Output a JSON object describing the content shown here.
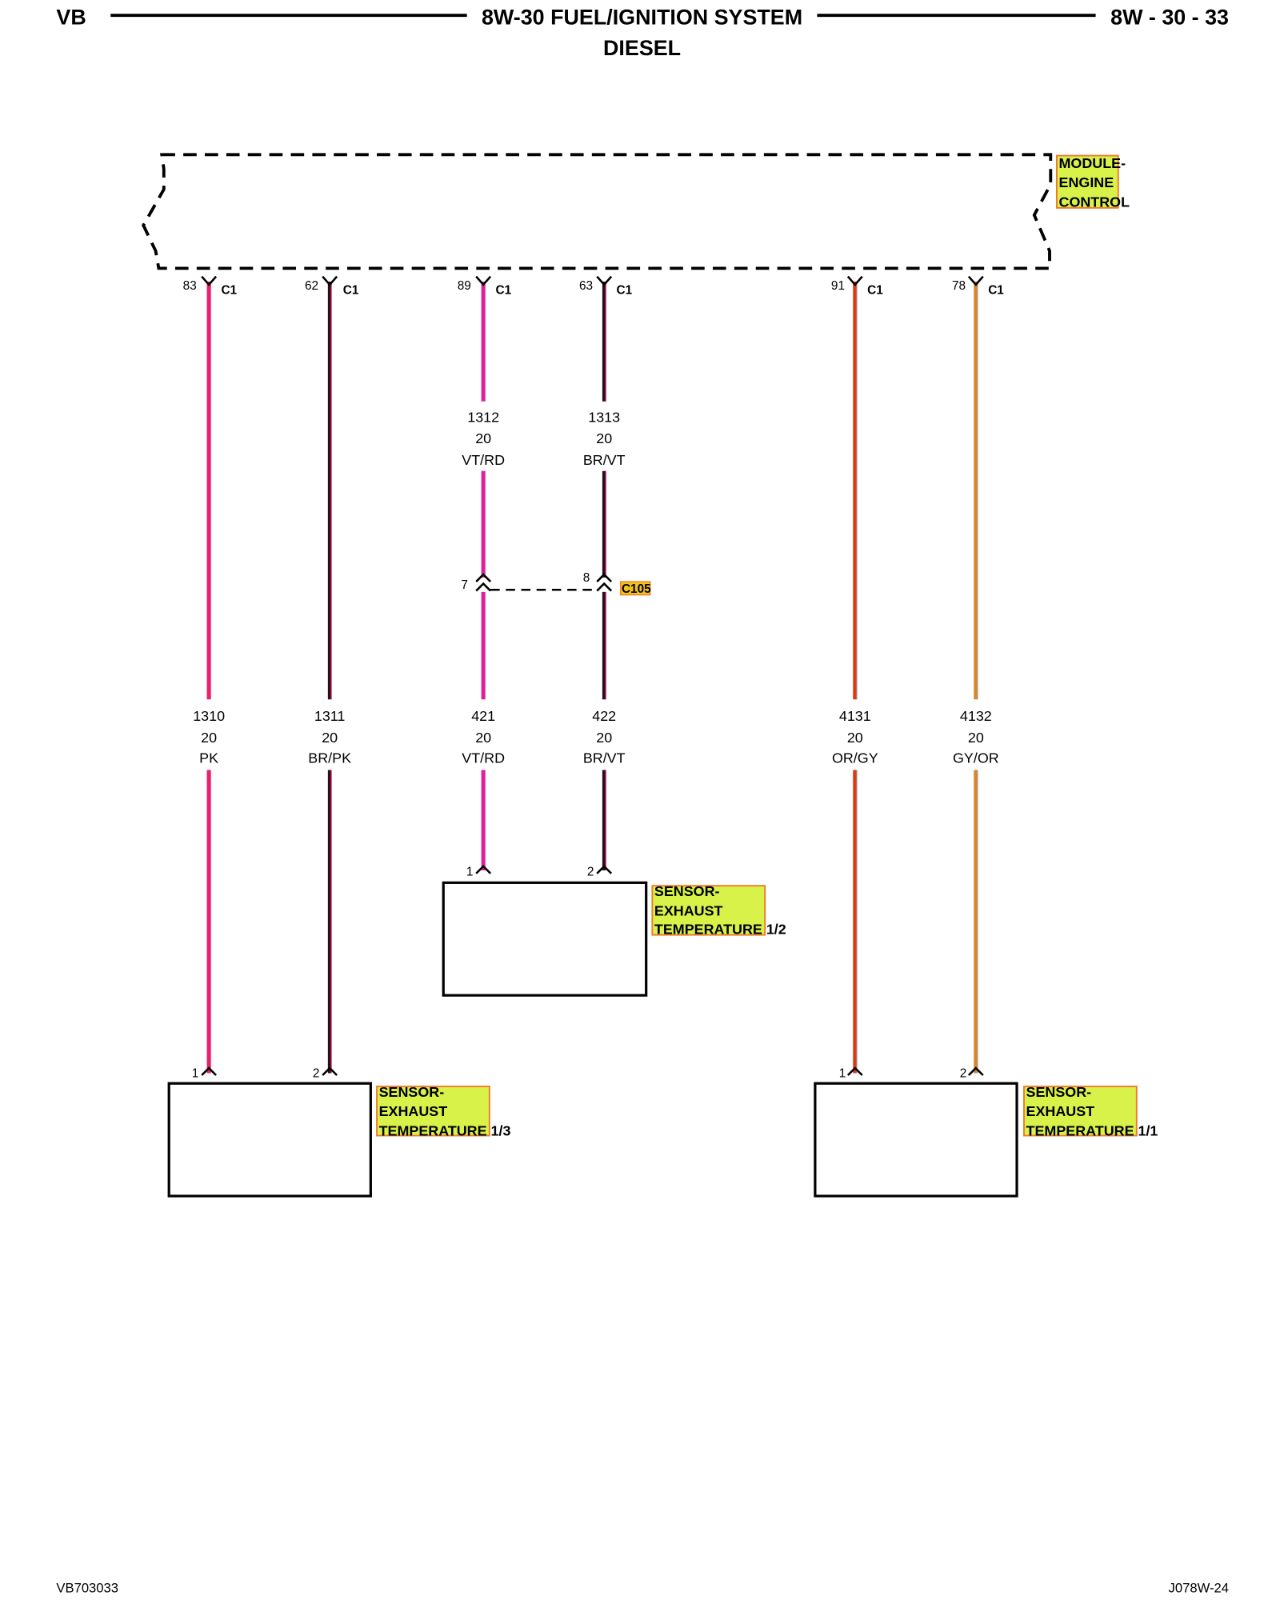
{
  "header": {
    "left": "VB",
    "title": "8W-30 FUEL/IGNITION SYSTEM",
    "subtitle": "DIESEL",
    "page_ref": "8W - 30 - 33"
  },
  "module": {
    "label_lines": [
      "MODULE-",
      "ENGINE",
      "CONTROL"
    ]
  },
  "module_pins": [
    {
      "pin": "83",
      "connector": "C1"
    },
    {
      "pin": "62",
      "connector": "C1"
    },
    {
      "pin": "89",
      "connector": "C1"
    },
    {
      "pin": "63",
      "connector": "C1"
    },
    {
      "pin": "91",
      "connector": "C1"
    },
    {
      "pin": "78",
      "connector": "C1"
    }
  ],
  "upper_wire_labels": [
    {
      "circuit": "1312",
      "gauge": "20",
      "color": "VT/RD"
    },
    {
      "circuit": "1313",
      "gauge": "20",
      "color": "BR/VT"
    }
  ],
  "inline_connector": {
    "name": "C105",
    "pins": [
      "7",
      "8"
    ]
  },
  "lower_wire_labels": [
    {
      "circuit": "1310",
      "gauge": "20",
      "color": "PK"
    },
    {
      "circuit": "1311",
      "gauge": "20",
      "color": "BR/PK"
    },
    {
      "circuit": "421",
      "gauge": "20",
      "color": "VT/RD"
    },
    {
      "circuit": "422",
      "gauge": "20",
      "color": "BR/VT"
    },
    {
      "circuit": "4131",
      "gauge": "20",
      "color": "OR/GY"
    },
    {
      "circuit": "4132",
      "gauge": "20",
      "color": "GY/OR"
    }
  ],
  "sensors": [
    {
      "label_lines": [
        "SENSOR-",
        "EXHAUST",
        "TEMPERATURE 1/2"
      ],
      "pins": [
        "1",
        "2"
      ]
    },
    {
      "label_lines": [
        "SENSOR-",
        "EXHAUST",
        "TEMPERATURE 1/3"
      ],
      "pins": [
        "1",
        "2"
      ]
    },
    {
      "label_lines": [
        "SENSOR-",
        "EXHAUST",
        "TEMPERATURE 1/1"
      ],
      "pins": [
        "1",
        "2"
      ]
    }
  ],
  "colors": {
    "PK": "#e8206e",
    "VT/RD": "#e0209a",
    "BR/PK": "#2a1010",
    "BR/VT": "#2a1010",
    "OR/GY": "#e03a10",
    "GY/OR": "#d9862a",
    "tag_fill": "#d8f24a",
    "tag_border": "#f07a2a",
    "c105_fill": "#f2c21a"
  },
  "footer": {
    "left": "VB703033",
    "right": "J078W-24"
  }
}
